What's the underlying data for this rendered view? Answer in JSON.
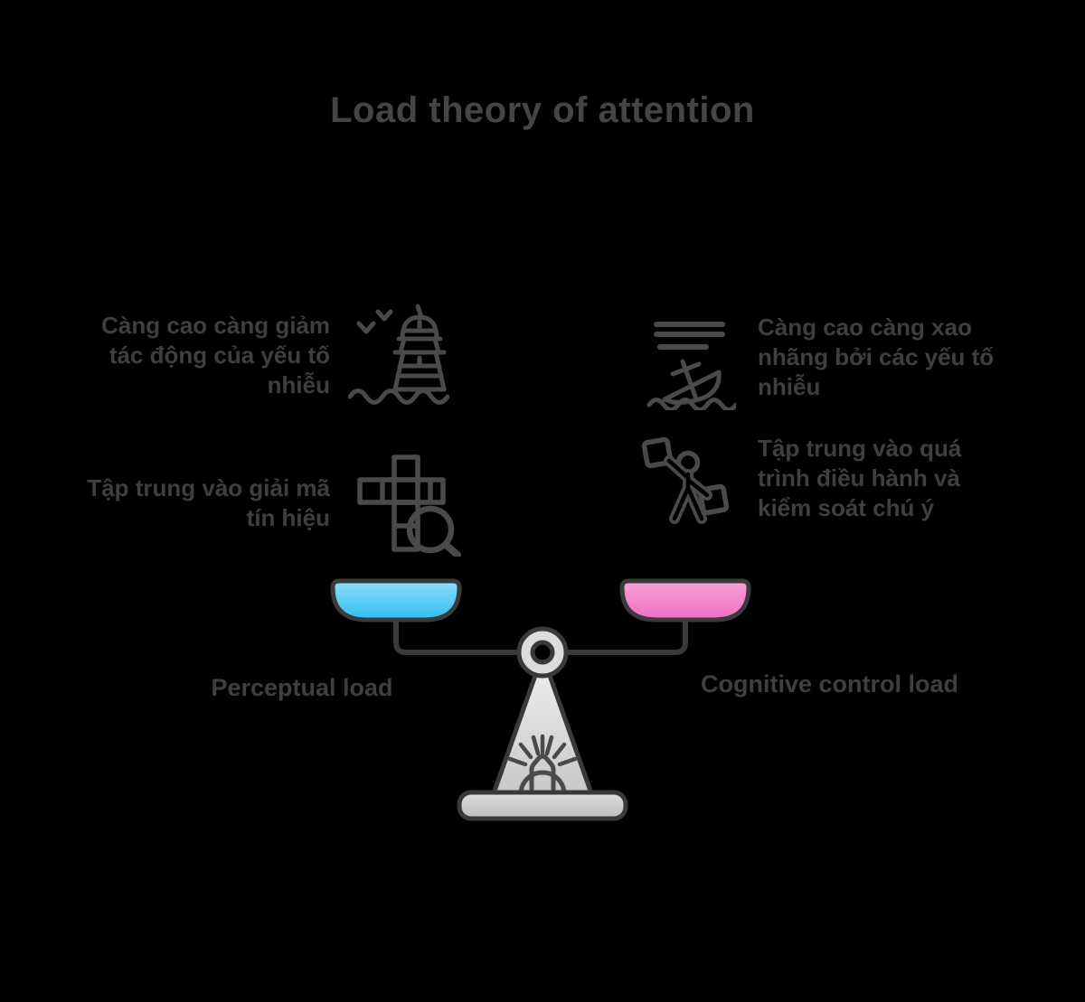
{
  "title": "Load theory of attention",
  "items": [
    {
      "id": "perceptual-effect",
      "icon": "lighthouse-icon",
      "lines": [
        "Càng cao càng giảm",
        "tác động của yếu tố",
        "nhiễu"
      ]
    },
    {
      "id": "cognitive-distraction",
      "icon": "sinking-boat-icon",
      "lines": [
        "Càng cao càng xao",
        "nhãng bởi các yếu tố",
        "nhiễu"
      ]
    },
    {
      "id": "perceptual-focus",
      "icon": "crossword-magnifier-icon",
      "lines": [
        "Tập trung vào giải mã",
        "tín hiệu"
      ]
    },
    {
      "id": "cognitive-focus",
      "icon": "person-holding-boxes-icon",
      "lines": [
        "Tập trung vào quá",
        "trình điều hành và",
        "kiểm soát chú ý"
      ]
    }
  ],
  "scale": {
    "left_label": "Perceptual load",
    "right_label": "Cognitive control load"
  },
  "colors": {
    "background": "#000000",
    "title_text": "#454545",
    "body_text": "#3f3f3f",
    "icon_stroke": "#4a4a4a",
    "scale_outline": "#3a3a3a",
    "left_pan_top": "#8edcf8",
    "left_pan_bottom": "#2fc0f0",
    "right_pan_top": "#f5a3d8",
    "right_pan_bottom": "#ee6ec3",
    "stand_light": "#f1f1f1",
    "stand_dark": "#c7c7c7"
  }
}
